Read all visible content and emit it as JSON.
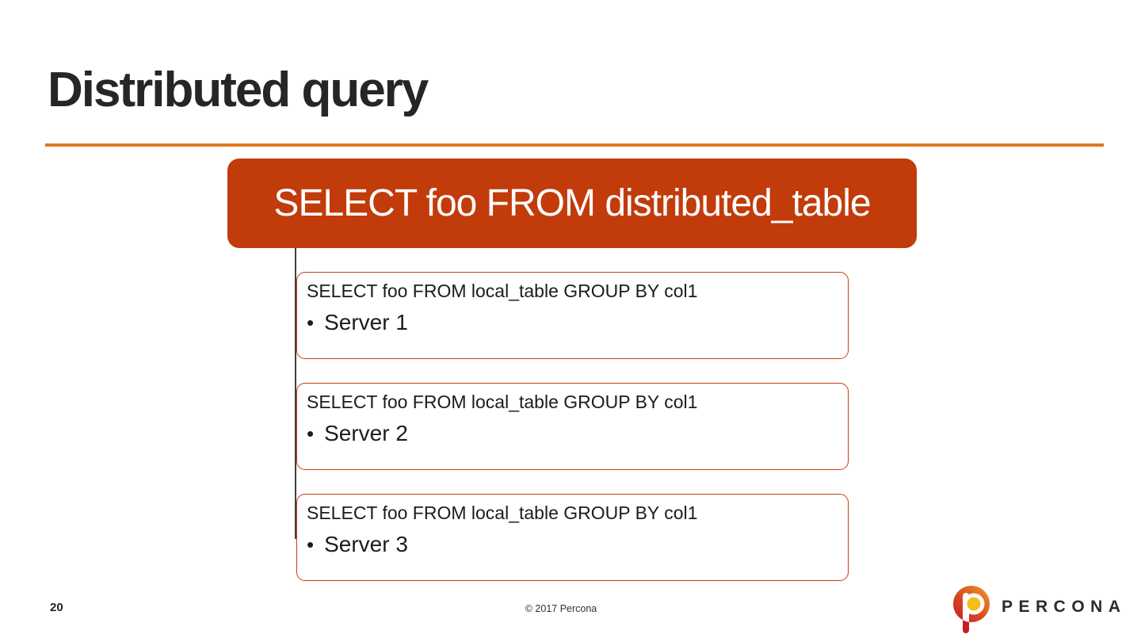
{
  "slide": {
    "title": "Distributed query"
  },
  "diagram": {
    "root_label": "SELECT foo FROM distributed_table",
    "children": [
      {
        "query": "SELECT foo FROM local_table GROUP BY col1",
        "bullet": "•",
        "server": "Server 1"
      },
      {
        "query": "SELECT foo FROM local_table GROUP BY col1",
        "bullet": "•",
        "server": "Server 2"
      },
      {
        "query": "SELECT foo FROM local_table GROUP BY col1",
        "bullet": "•",
        "server": "Server 3"
      }
    ]
  },
  "footer": {
    "page_number": "20",
    "copyright": "© 2017 Percona",
    "logo_text": "PERCONA"
  },
  "colors": {
    "accent_rule": "#E0781F",
    "root_box_fill": "#C23B0B",
    "child_box_border": "#C4410F",
    "title_text": "#262626",
    "connector_line": "#404040",
    "logo_red": "#C41E25",
    "logo_orange": "#F2992B",
    "logo_yellow": "#F3BE1B"
  }
}
